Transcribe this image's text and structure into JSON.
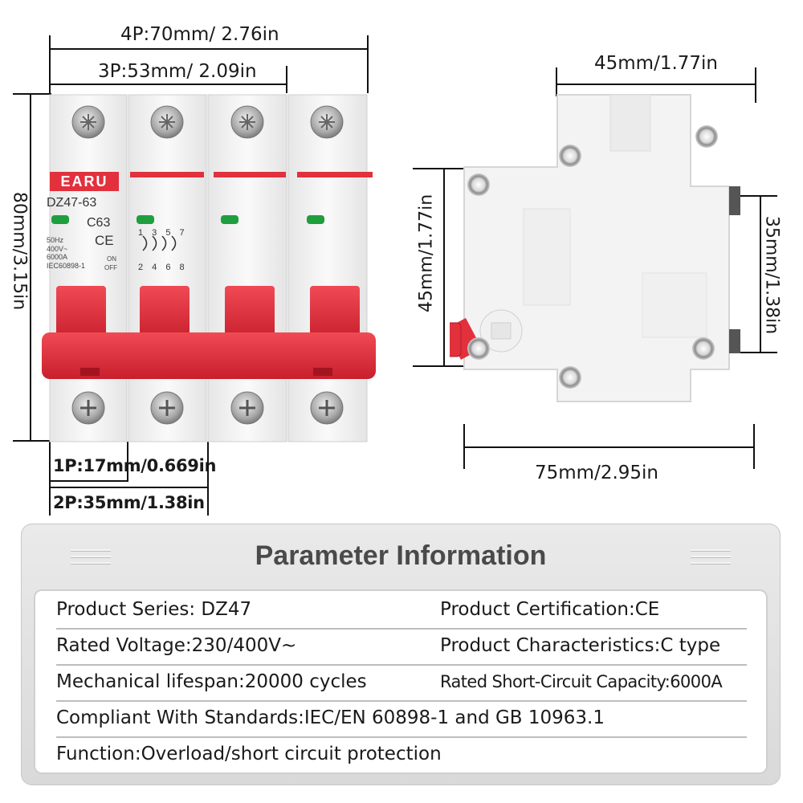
{
  "dimensions": {
    "width_4p": "4P:70mm/ 2.76in",
    "width_3p": "3P:53mm/ 2.09in",
    "height": "80mm/3.15in",
    "width_1p": "1P:17mm/0.669in",
    "width_2p": "2P:35mm/1.38in",
    "side_top": "45mm/1.77in",
    "side_left": "45mm/1.77in",
    "side_right": "35mm/1.38in",
    "side_bottom": "75mm/2.95in"
  },
  "device": {
    "brand": "EARU",
    "model": "DZ47-63",
    "rating": "C63",
    "mark": "CE",
    "specs": [
      "50Hz",
      "400V~",
      "6000A",
      "IEC60898-1"
    ],
    "on_label": "ON",
    "off_label": "OFF",
    "terminals_top": "1 3 5 7",
    "terminals_bottom": "2 4 6 8",
    "colors": {
      "red": "#e2303d",
      "body": "#f2f2f2",
      "led": "#1f9e3e"
    }
  },
  "parameters": {
    "title": "Parameter Information",
    "product_series": "Product Series: DZ47",
    "product_certification": "Product Certification:CE",
    "rated_voltage": "Rated Voltage:230/400V~",
    "product_characteristics": "Product Characteristics:C type",
    "mechanical_lifespan": "Mechanical lifespan:20000 cycles",
    "short_circuit_capacity": "Rated Short-Circuit Capacity:6000A",
    "standards": "Compliant With Standards:IEC/EN 60898-1 and GB 10963.1",
    "function": "Function:Overload/short circuit protection"
  }
}
